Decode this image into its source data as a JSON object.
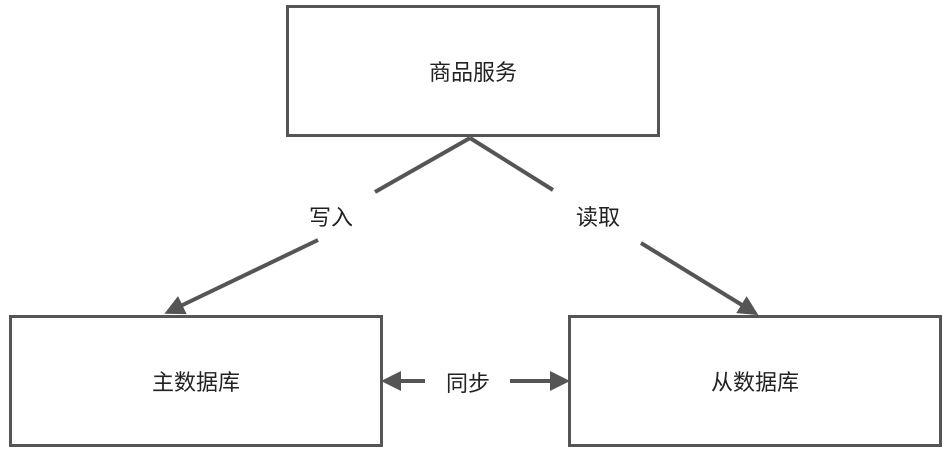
{
  "nodes": {
    "product_service": "商品服务",
    "master_db": "主数据库",
    "slave_db": "从数据库"
  },
  "edges": {
    "write": "写入",
    "read": "读取",
    "sync": "同步"
  },
  "colors": {
    "line": "#555555",
    "text": "#222222"
  }
}
